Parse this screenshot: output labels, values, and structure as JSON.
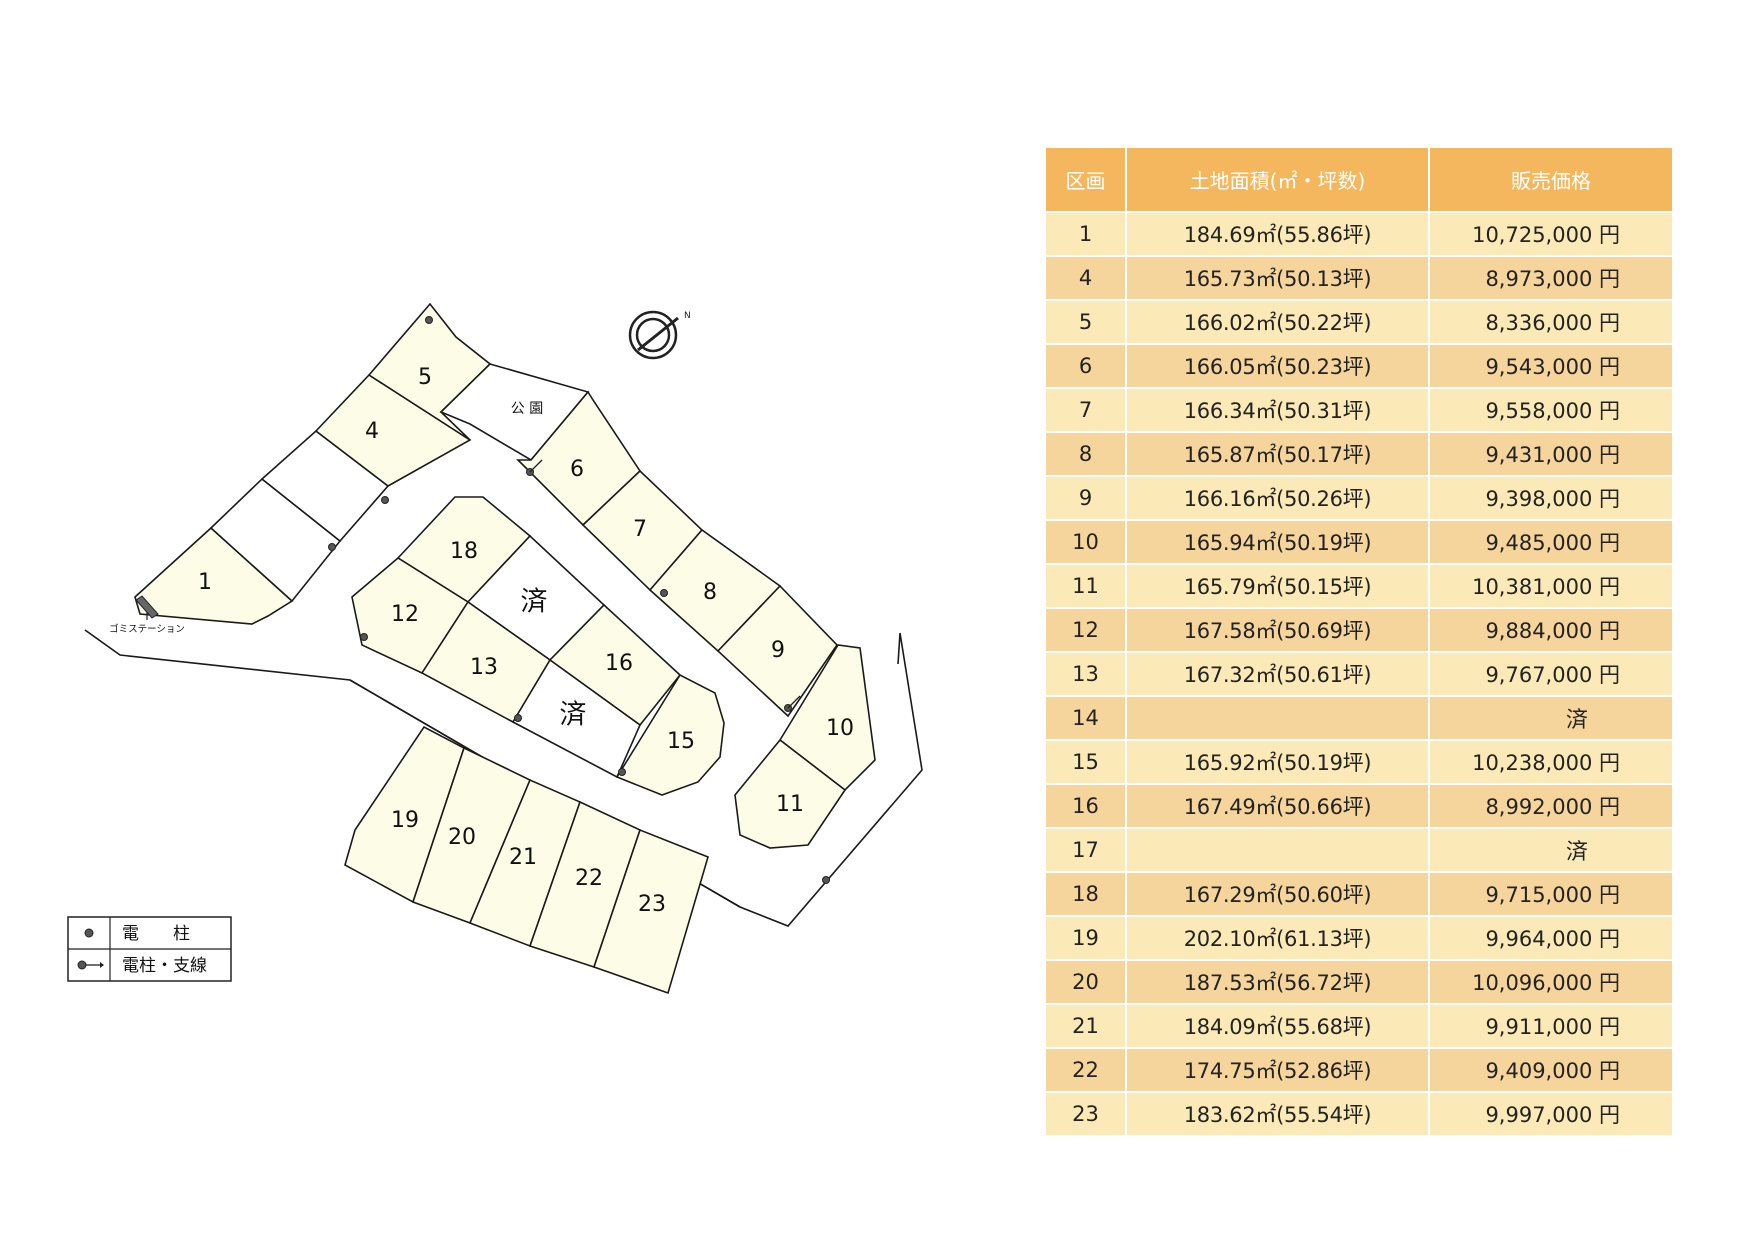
{
  "map": {
    "park_label": "公 園",
    "garbage_station_label": "ゴミステーション",
    "sold_mark": "済",
    "north_mark": "N",
    "lots": [
      {
        "id": "lot-1",
        "label": "1"
      },
      {
        "id": "lot-4",
        "label": "4"
      },
      {
        "id": "lot-5",
        "label": "5"
      },
      {
        "id": "lot-6",
        "label": "6"
      },
      {
        "id": "lot-7",
        "label": "7"
      },
      {
        "id": "lot-8",
        "label": "8"
      },
      {
        "id": "lot-9",
        "label": "9"
      },
      {
        "id": "lot-10",
        "label": "10"
      },
      {
        "id": "lot-11",
        "label": "11"
      },
      {
        "id": "lot-12",
        "label": "12"
      },
      {
        "id": "lot-13",
        "label": "13"
      },
      {
        "id": "lot-15",
        "label": "15"
      },
      {
        "id": "lot-16",
        "label": "16"
      },
      {
        "id": "lot-18",
        "label": "18"
      },
      {
        "id": "lot-19",
        "label": "19"
      },
      {
        "id": "lot-20",
        "label": "20"
      },
      {
        "id": "lot-21",
        "label": "21"
      },
      {
        "id": "lot-22",
        "label": "22"
      },
      {
        "id": "lot-23",
        "label": "23"
      }
    ]
  },
  "legend": {
    "pole_label": "電　　柱",
    "pole_guy_label": "電柱・支線"
  },
  "table": {
    "headers": {
      "lot": "区画",
      "area": "土地面積(㎡・坪数)",
      "price": "販売価格"
    },
    "rows": [
      {
        "lot": "1",
        "area": "184.69㎡(55.86坪)",
        "price": "10,725,000 円"
      },
      {
        "lot": "4",
        "area": "165.73㎡(50.13坪)",
        "price": "8,973,000 円"
      },
      {
        "lot": "5",
        "area": "166.02㎡(50.22坪)",
        "price": "8,336,000 円"
      },
      {
        "lot": "6",
        "area": "166.05㎡(50.23坪)",
        "price": "9,543,000 円"
      },
      {
        "lot": "7",
        "area": "166.34㎡(50.31坪)",
        "price": "9,558,000 円"
      },
      {
        "lot": "8",
        "area": "165.87㎡(50.17坪)",
        "price": "9,431,000 円"
      },
      {
        "lot": "9",
        "area": "166.16㎡(50.26坪)",
        "price": "9,398,000 円"
      },
      {
        "lot": "10",
        "area": "165.94㎡(50.19坪)",
        "price": "9,485,000 円"
      },
      {
        "lot": "11",
        "area": "165.79㎡(50.15坪)",
        "price": "10,381,000 円"
      },
      {
        "lot": "12",
        "area": "167.58㎡(50.69坪)",
        "price": "9,884,000 円"
      },
      {
        "lot": "13",
        "area": "167.32㎡(50.61坪)",
        "price": "9,767,000 円"
      },
      {
        "lot": "14",
        "area": "",
        "price": "済"
      },
      {
        "lot": "15",
        "area": "165.92㎡(50.19坪)",
        "price": "10,238,000 円"
      },
      {
        "lot": "16",
        "area": "167.49㎡(50.66坪)",
        "price": "8,992,000 円"
      },
      {
        "lot": "17",
        "area": "",
        "price": "済"
      },
      {
        "lot": "18",
        "area": "167.29㎡(50.60坪)",
        "price": "9,715,000 円"
      },
      {
        "lot": "19",
        "area": "202.10㎡(61.13坪)",
        "price": "9,964,000 円"
      },
      {
        "lot": "20",
        "area": "187.53㎡(56.72坪)",
        "price": "10,096,000 円"
      },
      {
        "lot": "21",
        "area": "184.09㎡(55.68坪)",
        "price": "9,911,000 円"
      },
      {
        "lot": "22",
        "area": "174.75㎡(52.86坪)",
        "price": "9,409,000 円"
      },
      {
        "lot": "23",
        "area": "183.62㎡(55.54坪)",
        "price": "9,997,000 円"
      }
    ]
  },
  "colors": {
    "header_bg": "#f5b75e",
    "row_light": "#fbeab8",
    "row_dark": "#f6d59d",
    "lot_fill": "#fdfce6"
  }
}
